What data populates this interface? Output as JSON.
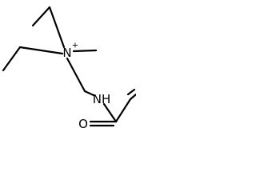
{
  "molecule": {
    "atoms": {
      "quaternary_nitrogen": "N",
      "nitrogen_charge": "+",
      "amide_nitrogen": "NH",
      "carbonyl_oxygen": "O"
    }
  }
}
